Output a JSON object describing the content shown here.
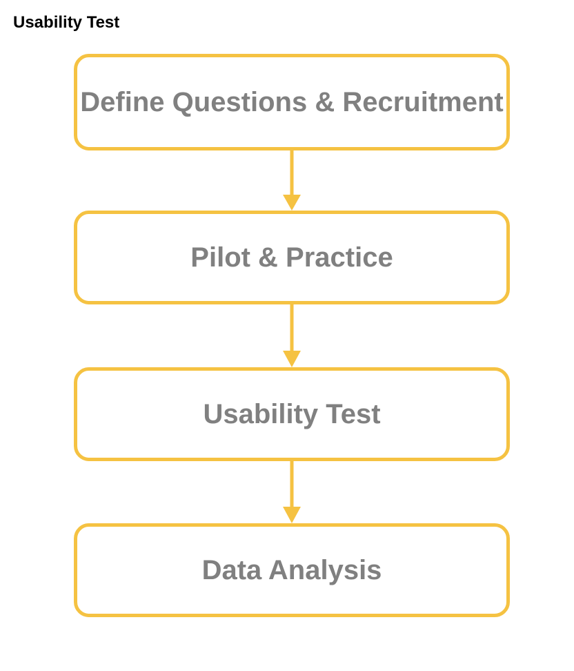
{
  "title": "Usability Test",
  "colors": {
    "accent": "#f5c242",
    "box_text": "#808080",
    "title_text": "#000000",
    "background": "#ffffff"
  },
  "flow": {
    "steps": [
      {
        "label": "Define Questions & Recruitment"
      },
      {
        "label": "Pilot & Practice"
      },
      {
        "label": "Usability Test"
      },
      {
        "label": "Data Analysis"
      }
    ]
  }
}
